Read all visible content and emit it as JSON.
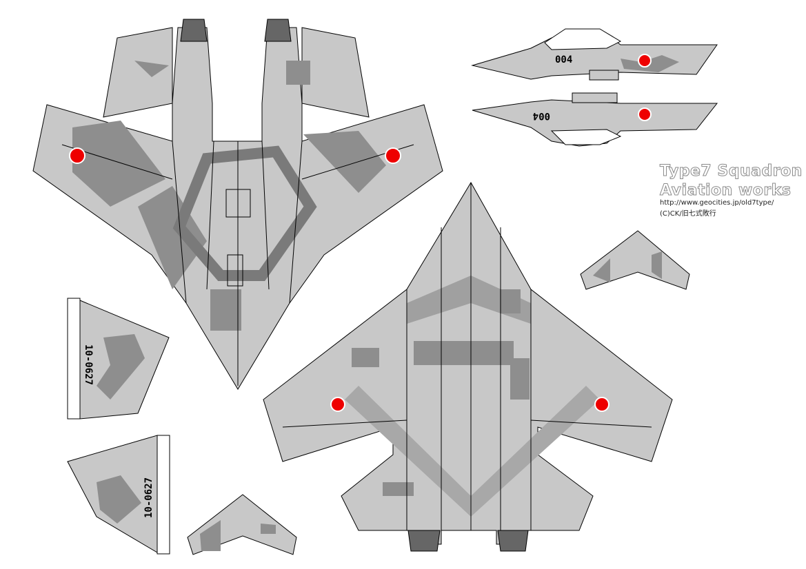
{
  "credits": {
    "title": "Type7 Squadron",
    "subtitle": "Aviation works",
    "url": "http://www.geocities.jp/old7type/",
    "copyright": "(C)CK/旧七式敗行"
  },
  "markings": {
    "side_number": "004",
    "fin_serial": "10-0627"
  },
  "colors": {
    "paper": "#ffffff",
    "body": "#c8c8c8",
    "camo": "#8e8e8e",
    "camo_dark": "#6f6f6f",
    "roundel": "#ee0000",
    "outline": "#000000"
  }
}
